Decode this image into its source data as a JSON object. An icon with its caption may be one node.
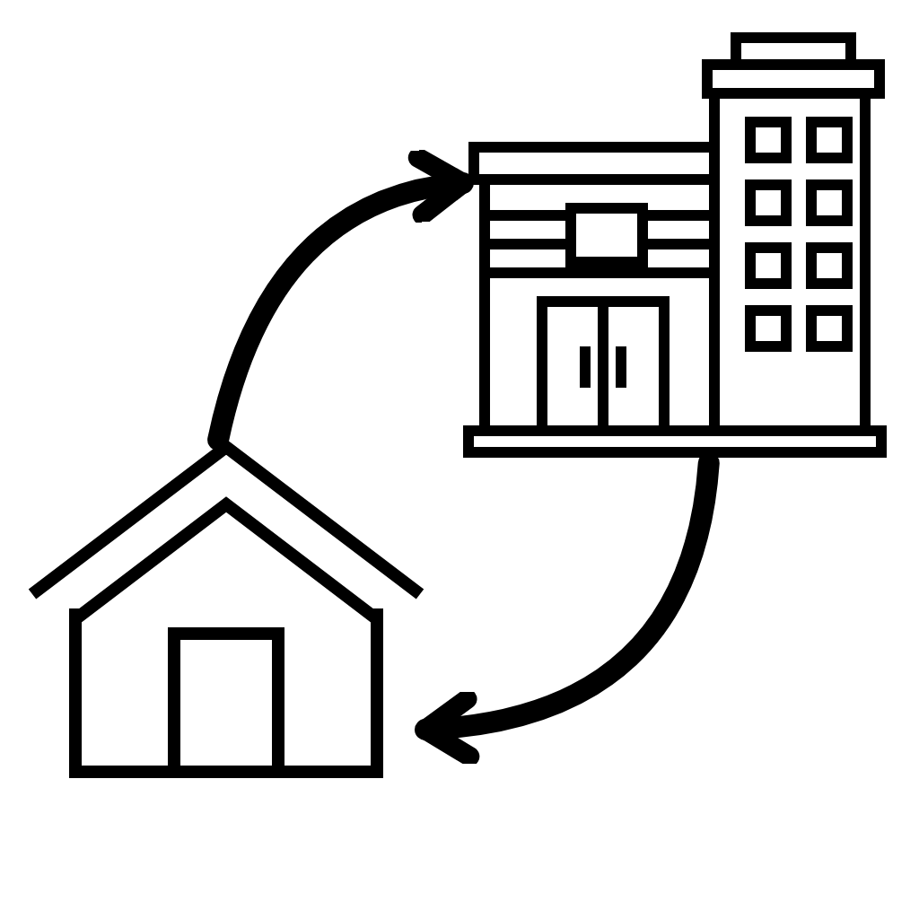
{
  "diagram": {
    "nodes": [
      {
        "text": [],
        "shape": "picture"
      },
      {
        "text": [],
        "shape": "picture"
      }
    ],
    "edges": [
      {
        "from": 0,
        "to": 1,
        "arrow": "to"
      },
      {
        "from": 1,
        "to": 0,
        "arrow": "to"
      }
    ]
  }
}
